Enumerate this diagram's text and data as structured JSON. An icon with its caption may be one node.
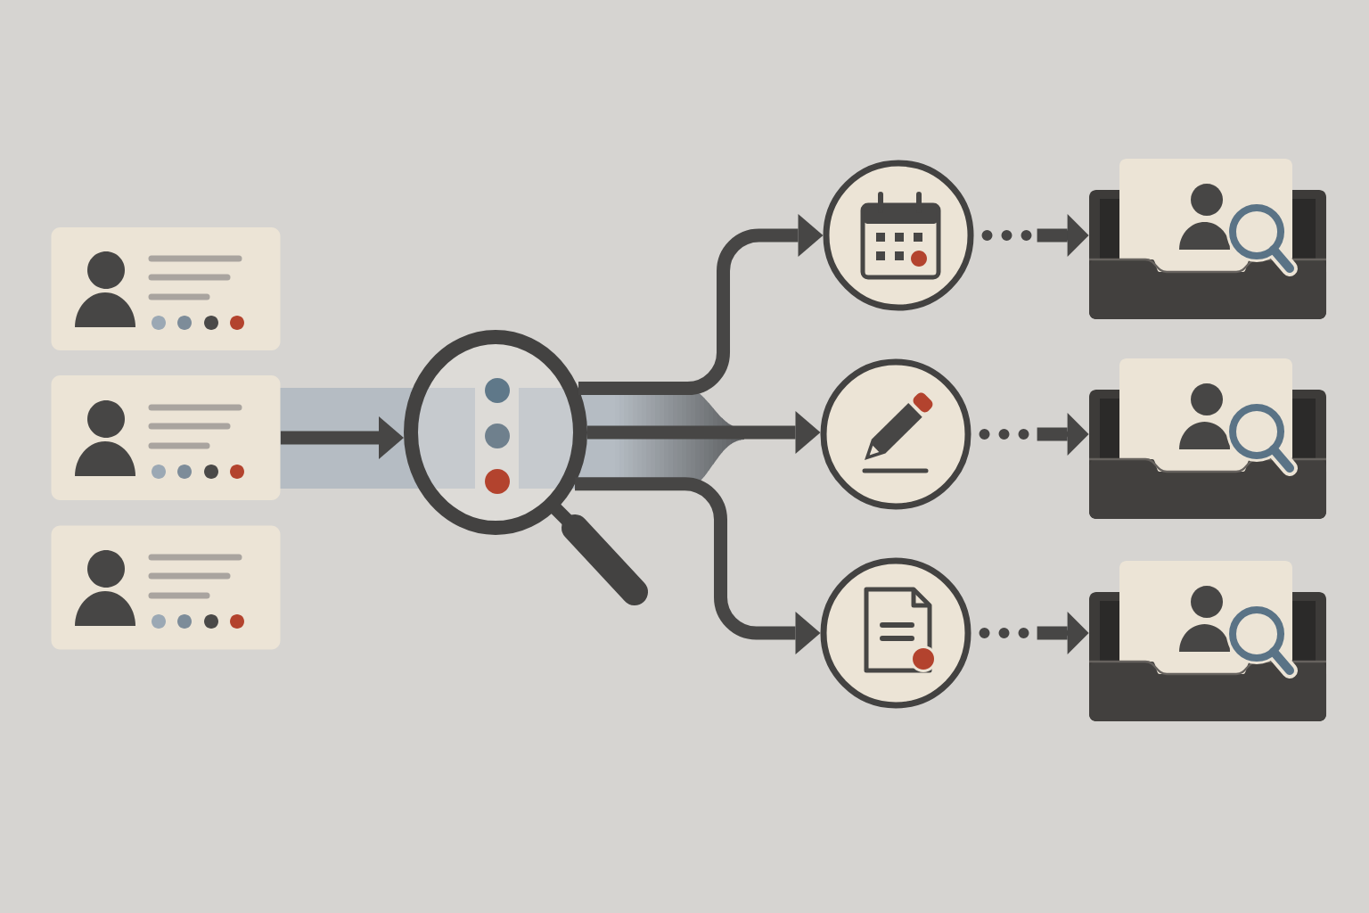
{
  "diagram": {
    "nodes": [
      {
        "text": [],
        "shape": "box"
      },
      {
        "text": [],
        "shape": "box"
      },
      {
        "text": [],
        "shape": "box"
      },
      {
        "text": [],
        "shape": "picture"
      },
      {
        "text": [],
        "shape": "circle"
      },
      {
        "text": [],
        "shape": "circle"
      },
      {
        "text": [],
        "shape": "circle"
      },
      {
        "text": [],
        "shape": "picture"
      },
      {
        "text": [],
        "shape": "picture"
      },
      {
        "text": [],
        "shape": "picture"
      }
    ],
    "edges": [
      {
        "from": 1,
        "to": 3,
        "arrow": "to"
      },
      {
        "from": 3,
        "to": 4,
        "arrow": "to"
      },
      {
        "from": 3,
        "to": 5,
        "arrow": "to"
      },
      {
        "from": 3,
        "to": 6,
        "arrow": "to"
      },
      {
        "from": 4,
        "to": 7,
        "arrow": "to",
        "style": "dashed"
      },
      {
        "from": 5,
        "to": 8,
        "arrow": "to",
        "style": "dashed"
      },
      {
        "from": 6,
        "to": 9,
        "arrow": "to",
        "style": "dashed"
      }
    ]
  }
}
